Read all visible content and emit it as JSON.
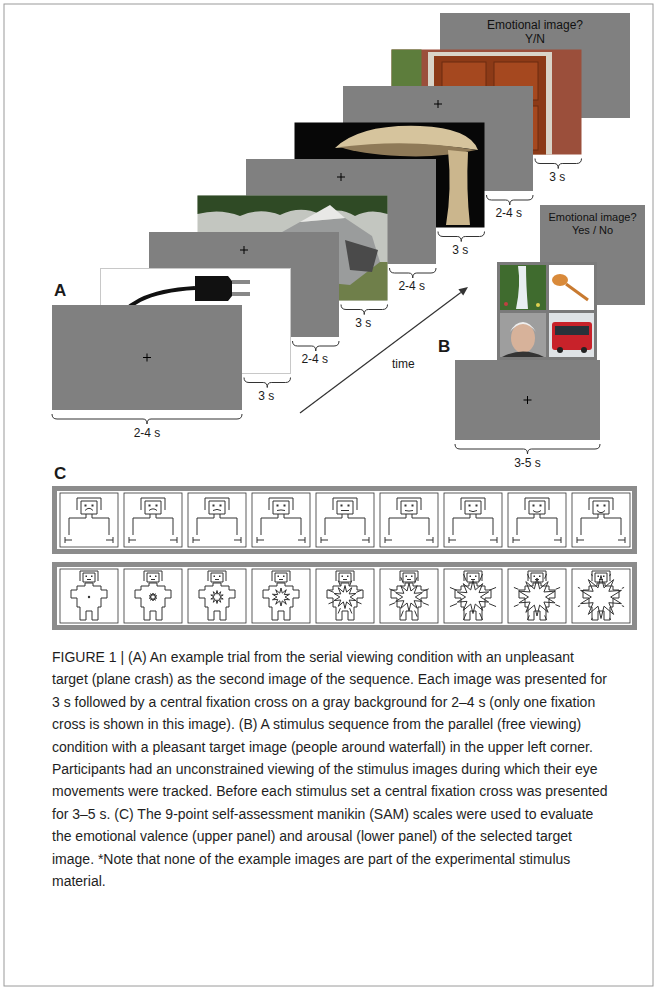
{
  "diagram": {
    "caption": "FIGURE 1 | (A) An example trial from the serial viewing condition with an unpleasant target (plane crash) as the second image of the sequence. Each image was presented for 3 s followed by a central fixation cross on a gray background for 2–4 s (only one fixation cross is shown in this image). (B) A stimulus sequence from the parallel (free viewing) condition with a pleasant target image (people around waterfall) in the upper left corner. Participants had an unconstrained viewing of the stimulus images during which their eye movements were tracked. Before each stimulus set a central fixation cross was presented for 3–5 s. (C) The 9-point self-assessment manikin (SAM) scales were used to evaluate the emotional valence (upper panel) and arousal (lower panel) of the selected target image. *Note that none of the example images are part of the experimental stimulus material.",
    "nodes": [
      {
        "text": [
          "Emotional image? Y/N"
        ]
      },
      {
        "text": [
          "Emotional image? Yes / No"
        ]
      }
    ],
    "labels": [
      "A",
      "2-4 s",
      "3 s",
      "2-4 s",
      "3 s",
      "2-4 s",
      "3 s",
      "2-4 s",
      "3 s",
      "time",
      "B",
      "3-5 s",
      "C"
    ]
  }
}
